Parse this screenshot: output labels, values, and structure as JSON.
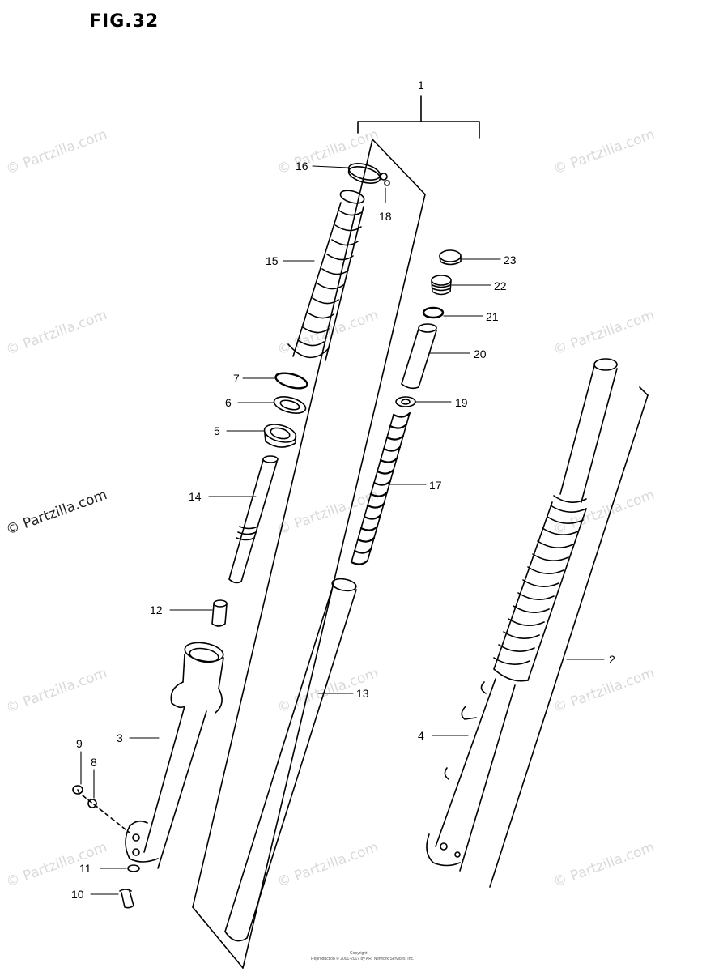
{
  "figure_title": "FIG.32",
  "assembly_label": "1",
  "callouts": [
    {
      "id": "c2",
      "label": "2"
    },
    {
      "id": "c3",
      "label": "3"
    },
    {
      "id": "c4",
      "label": "4"
    },
    {
      "id": "c5",
      "label": "5"
    },
    {
      "id": "c6",
      "label": "6"
    },
    {
      "id": "c7",
      "label": "7"
    },
    {
      "id": "c8",
      "label": "8"
    },
    {
      "id": "c9",
      "label": "9"
    },
    {
      "id": "c10",
      "label": "10"
    },
    {
      "id": "c11",
      "label": "11"
    },
    {
      "id": "c12",
      "label": "12"
    },
    {
      "id": "c13",
      "label": "13"
    },
    {
      "id": "c14",
      "label": "14"
    },
    {
      "id": "c15",
      "label": "15"
    },
    {
      "id": "c16",
      "label": "16"
    },
    {
      "id": "c17",
      "label": "17"
    },
    {
      "id": "c18",
      "label": "18"
    },
    {
      "id": "c19",
      "label": "19"
    },
    {
      "id": "c20",
      "label": "20"
    },
    {
      "id": "c21",
      "label": "21"
    },
    {
      "id": "c22",
      "label": "22"
    },
    {
      "id": "c23",
      "label": "23"
    }
  ],
  "watermark_text": "© Partzilla.com",
  "copyright_lines": [
    "Copyright",
    "Reproduction © 2001-2017 by ARI Network Services, Inc."
  ],
  "colors": {
    "ink": "#000000",
    "watermark": "#d9d9d9",
    "background": "#ffffff"
  }
}
